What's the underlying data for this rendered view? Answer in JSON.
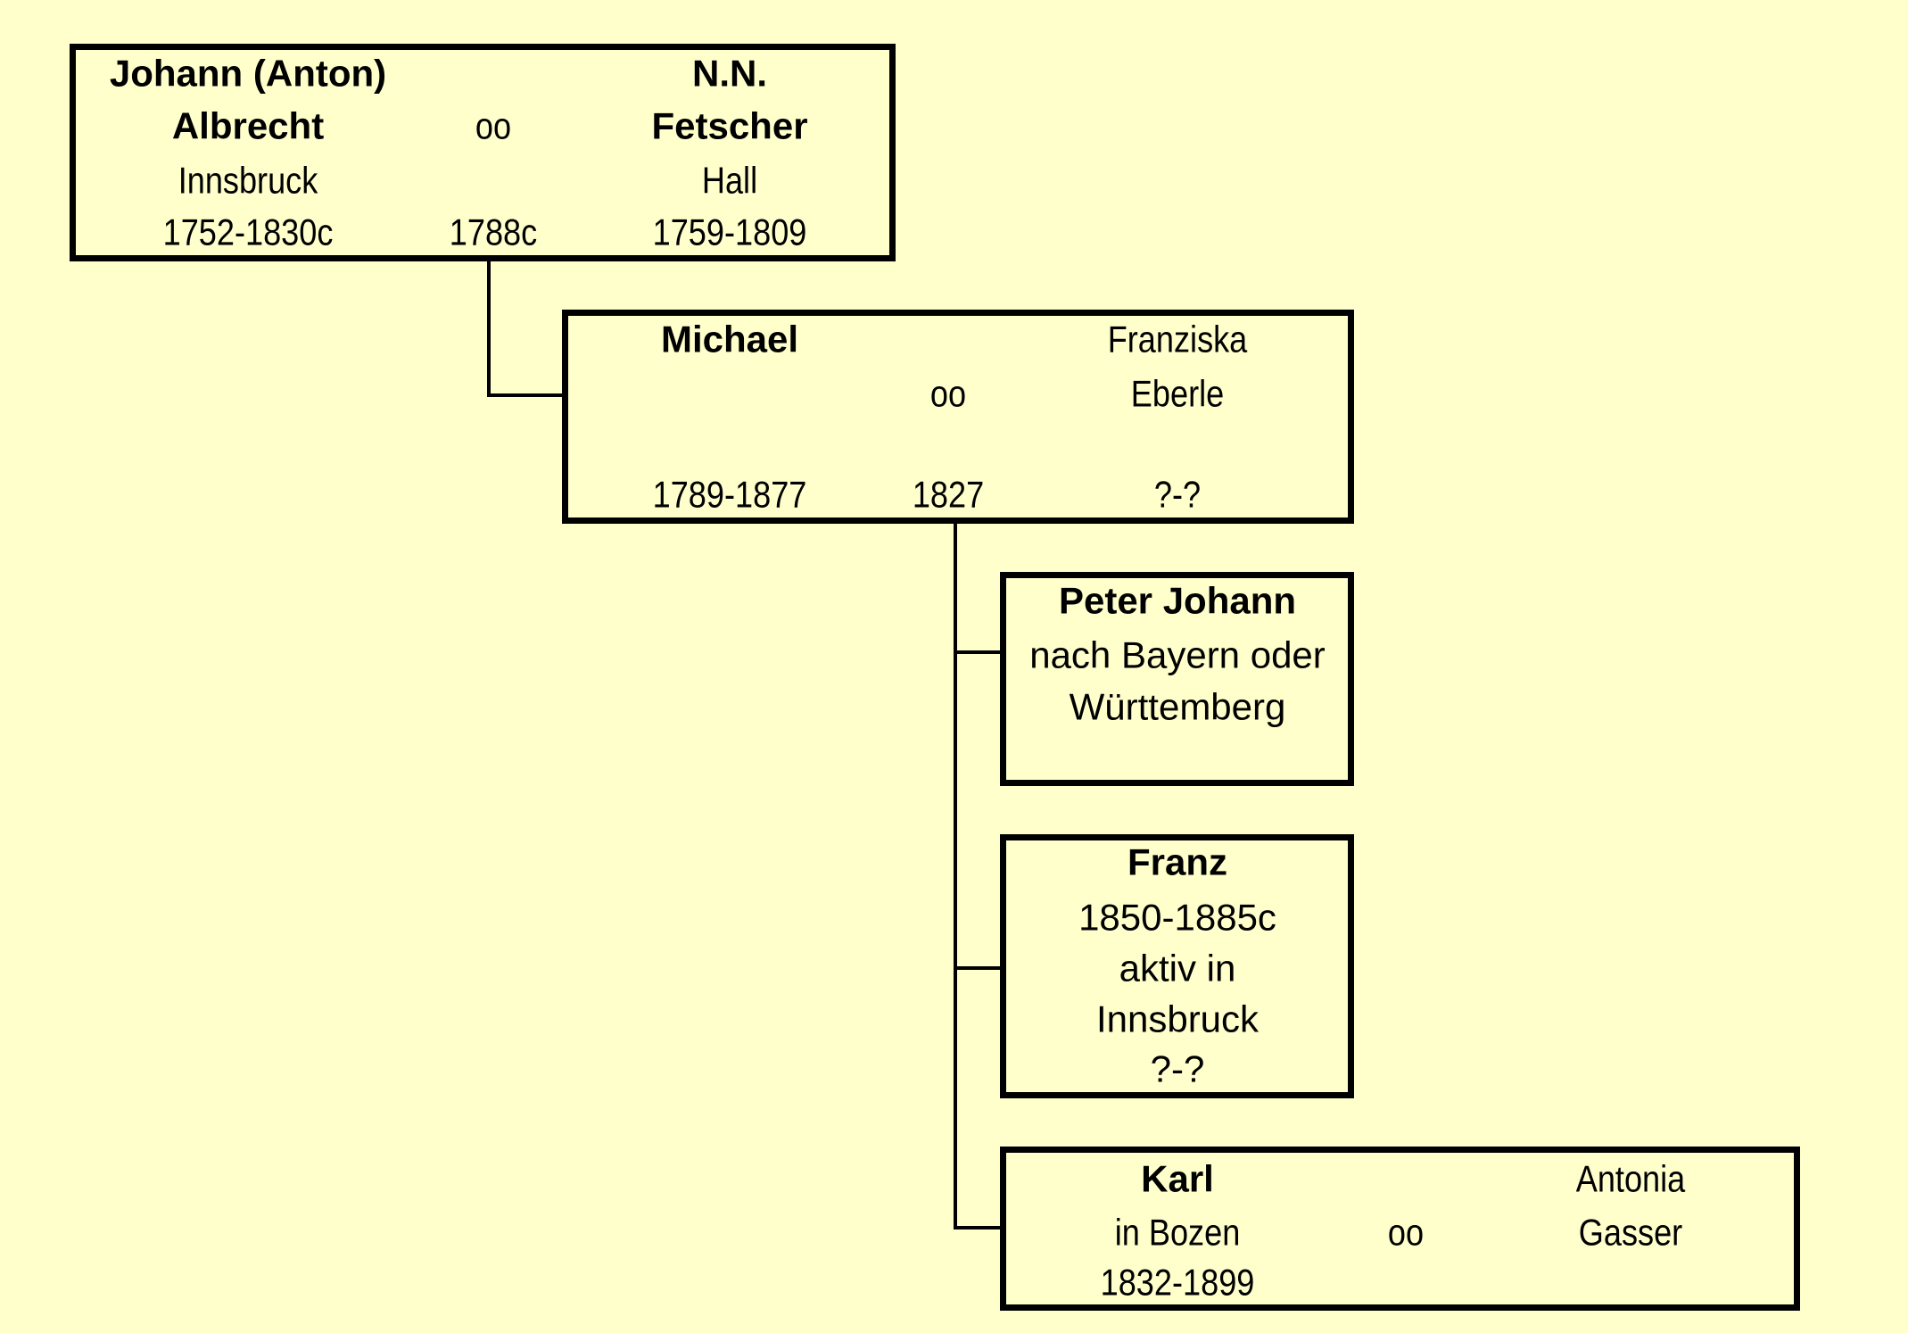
{
  "diagram": {
    "type": "family-tree",
    "marriage_symbol": "oo",
    "colors": {
      "background": "#ffffcc",
      "stroke": "#000000"
    },
    "generation_1": {
      "husband": {
        "name_line1": "Johann (Anton)",
        "name_line2": "Albrecht",
        "place": "Innsbruck",
        "dates": "1752-1830c"
      },
      "marriage": {
        "symbol": "oo",
        "year": "1788c"
      },
      "wife": {
        "name_line1": "N.N.",
        "name_line2": "Fetscher",
        "place": "Hall",
        "dates": "1759-1809"
      }
    },
    "generation_2": {
      "husband": {
        "name": "Michael",
        "dates": "1789-1877"
      },
      "marriage": {
        "symbol": "oo",
        "year": "1827"
      },
      "wife": {
        "name_line1": "Franziska",
        "name_line2": "Eberle",
        "dates": "?-?"
      }
    },
    "children": [
      {
        "name": "Peter Johann",
        "line2": "nach Bayern oder",
        "line3": "Württemberg"
      },
      {
        "name": "Franz",
        "dates": "1850-1885c",
        "line3": "aktiv in",
        "line4": "Innsbruck",
        "line5": "?-?"
      },
      {
        "name": "Karl",
        "place": "in Bozen",
        "dates": "1832-1899",
        "marriage_symbol": "oo",
        "spouse_line1": "Antonia",
        "spouse_line2": "Gasser"
      }
    ]
  }
}
